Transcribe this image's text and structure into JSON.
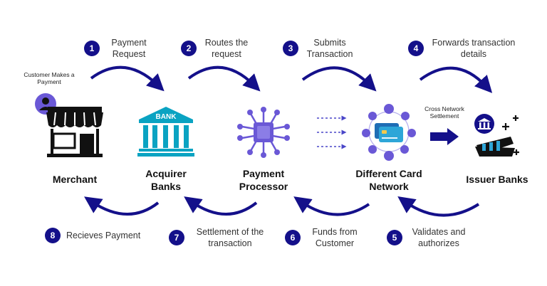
{
  "colors": {
    "navy": "#14108a",
    "teal": "#0aa3c2",
    "purple": "#6a58d6",
    "card_blue": "#2ea6d8"
  },
  "customer": {
    "note": "Customer Makes a Payment",
    "icon": "user-icon"
  },
  "nodes": {
    "merchant": {
      "label": "Merchant",
      "icon": "storefront-icon"
    },
    "acquirer": {
      "label": "Acquirer Banks",
      "icon": "bank-icon",
      "sign": "BANK"
    },
    "processor": {
      "label": "Payment Processor",
      "icon": "chip-icon"
    },
    "network": {
      "label": "Different Card Network",
      "icon": "card-network-icon"
    },
    "issuer": {
      "label": "Issuer Banks",
      "icon": "issuer-bank-icon"
    }
  },
  "cross_network_note": "Cross Network Settlement",
  "top_steps": [
    {
      "num": "1",
      "text": "Payment Request"
    },
    {
      "num": "2",
      "text": "Routes the request"
    },
    {
      "num": "3",
      "text": "Submits Transaction"
    },
    {
      "num": "4",
      "text": "Forwards transaction details"
    }
  ],
  "bottom_steps": [
    {
      "num": "5",
      "text": "Validates and authorizes"
    },
    {
      "num": "6",
      "text": "Funds from Customer"
    },
    {
      "num": "7",
      "text": "Settlement of the transaction"
    },
    {
      "num": "8",
      "text": "Recieves Payment"
    }
  ]
}
